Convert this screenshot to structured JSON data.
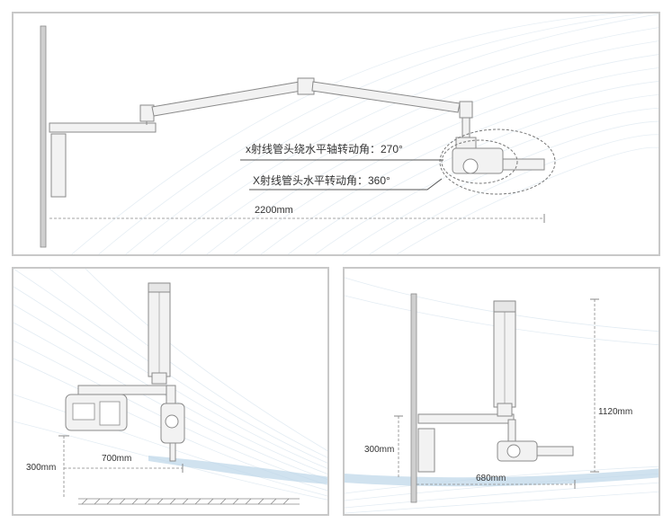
{
  "top_panel": {
    "label_rotation_axis": "x射线管头绕水平轴转动角：270°",
    "label_rotation_horizontal": "X射线管头水平转动角：360°",
    "label_reach": "2200mm"
  },
  "bottom_left_panel": {
    "label_height": "300mm",
    "label_reach": "700mm"
  },
  "bottom_right_panel": {
    "label_height_low": "300mm",
    "label_height_high": "1120mm",
    "label_reach": "680mm"
  },
  "colors": {
    "line": "#8a8a8a",
    "arm_fill": "#f2f2f2",
    "wave": "#bcd6e8",
    "frame": "#c8c8c8"
  }
}
